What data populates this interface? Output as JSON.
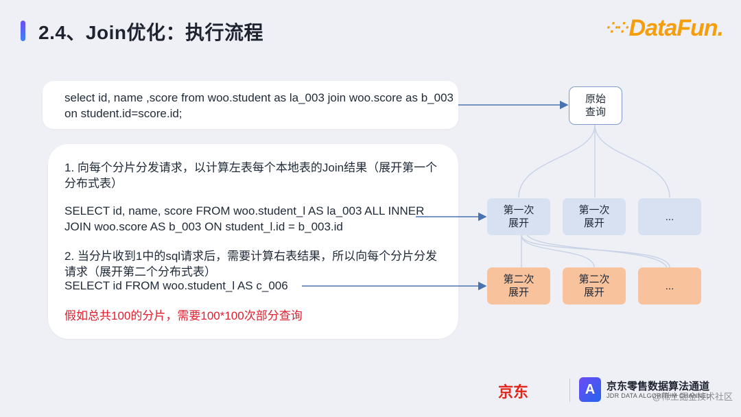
{
  "header": {
    "title": "2.4、Join优化：执行流程",
    "logo": "DataFun."
  },
  "content": {
    "sql_original": "select id, name ,score from woo.student as la_003 join woo.score as b_003 on student.id=score.id;",
    "step1": "1. 向每个分片分发请求，以计算左表每个本地表的Join结果（展开第一个分布式表）",
    "sql_step1": " SELECT id, name, score FROM woo.student_l AS la_003 ALL INNER JOIN woo.score AS b_003 ON student_l.id = b_003.id",
    "step2": "2. 当分片收到1中的sql请求后，需要计算右表结果，所以向每个分片分发请求（展开第二个分布式表）",
    "sql_step2": "SELECT id FROM woo.student_l AS c_006",
    "note": "假如总共100的分片，需要100*100次部分查询"
  },
  "diagram": {
    "root": "原始\n查询",
    "level1": [
      "第一次\n展开",
      "第一次\n展开",
      "..."
    ],
    "level2": [
      "第二次\n展开",
      "第二次\n展开",
      "..."
    ]
  },
  "footer": {
    "jd": "京东",
    "badge": "A",
    "title": "京东零售数据算法通道",
    "subtitle": "JDR DATA ALGORITHM CHANNEL",
    "watermark": "@稀土掘金技术社区"
  },
  "colors": {
    "accent": "#4a72b0",
    "level1_fill": "#d8e1f2",
    "level2_fill": "#f8c29c",
    "note": "#e11d2e",
    "logo": "#f59e0b"
  }
}
